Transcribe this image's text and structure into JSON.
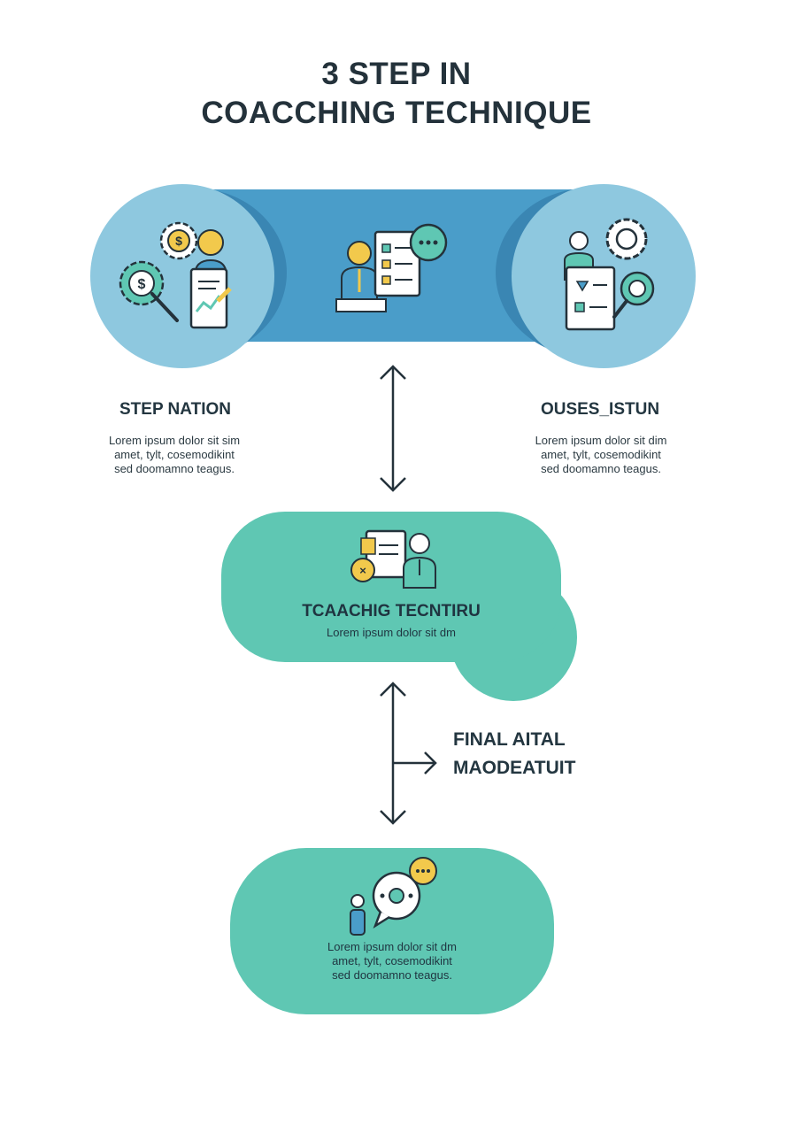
{
  "title": {
    "line1": "3 STEP IN",
    "line2": "COACCHING TECHNIQUE"
  },
  "step_left": {
    "label": "STEP NATION",
    "text_lines": [
      "Lorem ipsum dolor sit sim",
      "amet, tylt, cosemodikint",
      "sed doomamno teagus."
    ]
  },
  "step_right": {
    "label": "OUSES_ISTUN",
    "text_lines": [
      "Lorem ipsum dolor sit dim",
      "amet, tylt, cosemodikint",
      "sed doomamno teagus."
    ]
  },
  "middle_step": {
    "title": "TCAACHIG TECNTIRU",
    "text": "Lorem ipsum dolor sit dm"
  },
  "final_step": {
    "label_lines": [
      "FINAL AITAL",
      "MAODEATUIT"
    ]
  },
  "bottom_step": {
    "text_lines": [
      "Lorem ipsum dolor sit dm",
      "amet, tylt, cosemodikint",
      "sed doomamno teagus."
    ]
  },
  "colors": {
    "blue_band": "#4a9dc9",
    "light_blue_circle": "#8ec8df",
    "teal_pill": "#5fc7b3",
    "accent_yellow": "#f2c94c",
    "dark_navy": "#1f3440"
  },
  "icons": [
    "dollar-gear-icon",
    "person-icon",
    "magnifier-icon",
    "chart-document-icon",
    "presenter-icon",
    "checklist-icon",
    "chat-bubble-icon",
    "gear-icon",
    "document-icon",
    "refresh-magnifier-icon",
    "arrow-up-down-icon",
    "arrow-right-icon"
  ]
}
